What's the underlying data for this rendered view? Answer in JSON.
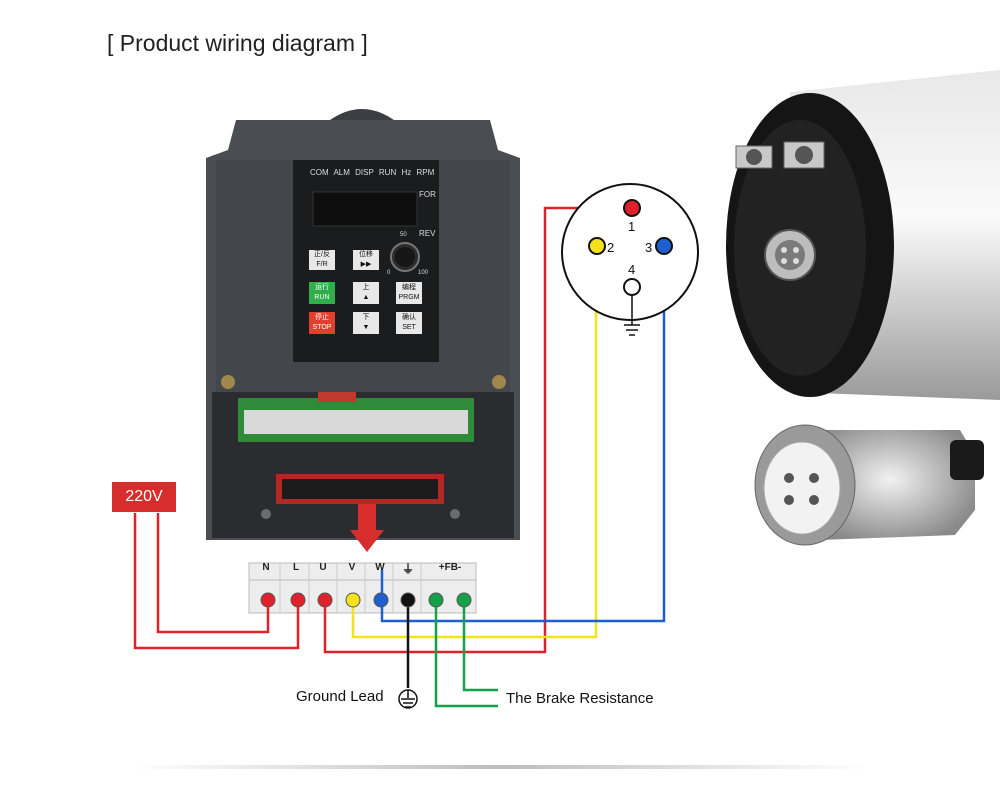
{
  "title": "[ Product wiring diagram ]",
  "power_label": "220V",
  "terminal_block": {
    "headers": [
      "N",
      "L",
      "U",
      "V",
      "W",
      "⏚",
      "+FB-"
    ]
  },
  "connector": {
    "pins": [
      {
        "number": "1",
        "color": "#e0202a"
      },
      {
        "number": "2",
        "color": "#f4e21a"
      },
      {
        "number": "3",
        "color": "#1e5fd0"
      },
      {
        "number": "4",
        "color": "#111111"
      }
    ]
  },
  "annotations": {
    "ground_lead": "Ground Lead",
    "brake_resistance": "The Brake Resistance"
  },
  "inverter_panel": {
    "indicators": [
      "COM",
      "ALM",
      "DISP",
      "RUN",
      "Hz",
      "RPM"
    ],
    "for_label": "FOR",
    "rev_label": "REV",
    "knob_marks": [
      "50",
      "0",
      "100"
    ],
    "keys": [
      {
        "cn": "正/反",
        "en": "F/R"
      },
      {
        "cn": "位移",
        "en": "▶▶"
      },
      {
        "cn": "运行",
        "en": "RUN"
      },
      {
        "cn": "上",
        "en": "▲"
      },
      {
        "cn": "编程",
        "en": "PRGM"
      },
      {
        "cn": "停止",
        "en": "STOP"
      },
      {
        "cn": "下",
        "en": "▼"
      },
      {
        "cn": "确认",
        "en": "SET"
      }
    ]
  },
  "colors": {
    "red_wire": "#e0202a",
    "yellow_wire": "#f4e21a",
    "blue_wire": "#1e5fd0",
    "green_wire": "#15a04a",
    "black_wire": "#111111"
  }
}
